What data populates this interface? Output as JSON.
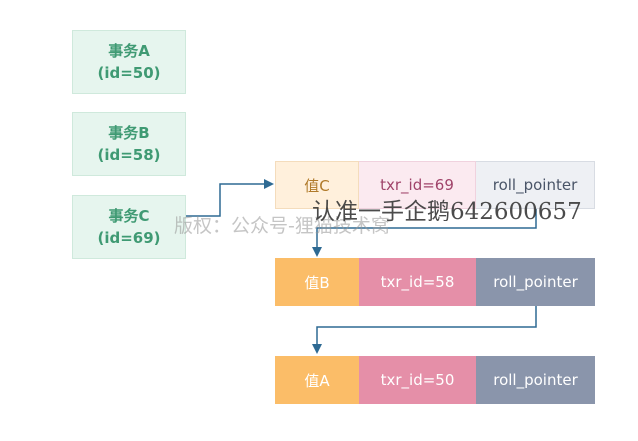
{
  "transactions": [
    {
      "line1": "事务A",
      "line2": "(id=50)"
    },
    {
      "line1": "事务B",
      "line2": "(id=58)"
    },
    {
      "line1": "事务C",
      "line2": "(id=69)"
    }
  ],
  "versions": [
    {
      "value": "值C",
      "txr": "txr_id=69",
      "ptr": "roll_pointer"
    },
    {
      "value": "值B",
      "txr": "txr_id=58",
      "ptr": "roll_pointer"
    },
    {
      "value": "值A",
      "txr": "txr_id=50",
      "ptr": "roll_pointer"
    }
  ],
  "watermarks": {
    "gray": "版权：公众号-狸猫技术窝",
    "dark": "认准一手企鹅642600657"
  },
  "colors": {
    "txn_bg": "#e6f5ee",
    "txn_text": "#3f9a73",
    "value_cell": "#fbbd68",
    "txr_cell": "#e58fa8",
    "pointer_cell": "#8a95ab",
    "arrow": "#2e6a93"
  }
}
